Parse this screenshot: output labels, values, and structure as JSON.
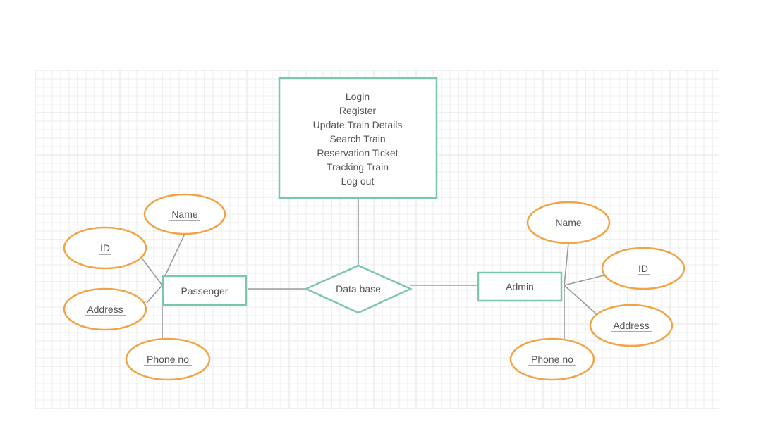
{
  "functions_box": {
    "items": [
      "Login",
      "Register",
      "Update Train Details",
      "Search Train",
      "Reservation Ticket",
      "Tracking Train",
      "Log out"
    ]
  },
  "relationship": {
    "label": "Data base"
  },
  "passenger": {
    "label": "Passenger",
    "attributes": {
      "name": "Name",
      "id": "ID",
      "address": "Address",
      "phone": "Phone no"
    }
  },
  "admin": {
    "label": "Admin",
    "attributes": {
      "name": "Name",
      "id": "ID",
      "address": "Address",
      "phone": "Phone no"
    }
  },
  "colors": {
    "entity_border": "#7cc5b0",
    "attribute_border": "#f0a446",
    "connector": "#9a9a9a",
    "text": "#555555",
    "grid": "#eeeeee"
  }
}
